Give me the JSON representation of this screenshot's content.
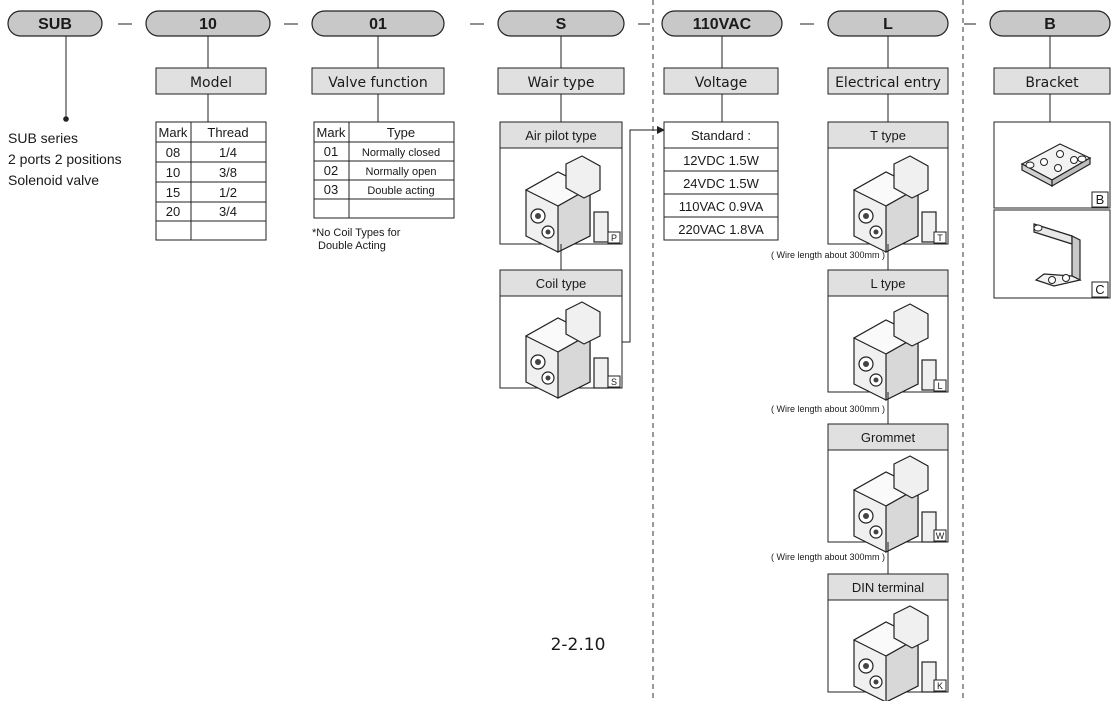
{
  "codes": [
    "SUB",
    "10",
    "01",
    "S",
    "110VAC",
    "L",
    "B"
  ],
  "series_description": [
    "SUB series",
    "2 ports 2 positions",
    "Solenoid valve"
  ],
  "model": {
    "header": "Model",
    "col_mark": "Mark",
    "col_thread": "Thread",
    "rows": [
      {
        "mark": "08",
        "thread": "1/4"
      },
      {
        "mark": "10",
        "thread": "3/8"
      },
      {
        "mark": "15",
        "thread": "1/2"
      },
      {
        "mark": "20",
        "thread": "3/4"
      }
    ]
  },
  "valve_function": {
    "header": "Valve function",
    "col_mark": "Mark",
    "col_type": "Type",
    "rows": [
      {
        "mark": "01",
        "type": "Normally closed"
      },
      {
        "mark": "02",
        "type": "Normally open"
      },
      {
        "mark": "03",
        "type": "Double acting"
      }
    ],
    "note": [
      "*No Coil Types for",
      "Double Acting"
    ]
  },
  "wair_type": {
    "header": "Wair type",
    "options": [
      {
        "label": "Air pilot type",
        "code": "P"
      },
      {
        "label": "Coil type",
        "code": "S"
      }
    ]
  },
  "voltage": {
    "header": "Voltage",
    "standard_label": "Standard :",
    "options": [
      "12VDC 1.5W",
      "24VDC 1.5W",
      "110VAC 0.9VA",
      "220VAC 1.8VA"
    ]
  },
  "electrical_entry": {
    "header": "Electrical entry",
    "options": [
      {
        "label": "T type",
        "code": "T"
      },
      {
        "label": "L type",
        "code": "L"
      },
      {
        "label": "Grommet",
        "code": "W"
      },
      {
        "label": "DIN terminal",
        "code": "K"
      }
    ],
    "wire_notes": [
      "( Wire length about 300mm )",
      "( Wire length about 300mm )",
      "( Wire length about 300mm )"
    ]
  },
  "bracket": {
    "header": "Bracket",
    "options": [
      {
        "code": "B"
      },
      {
        "code": "C"
      }
    ]
  },
  "page_number": "2-2.10"
}
